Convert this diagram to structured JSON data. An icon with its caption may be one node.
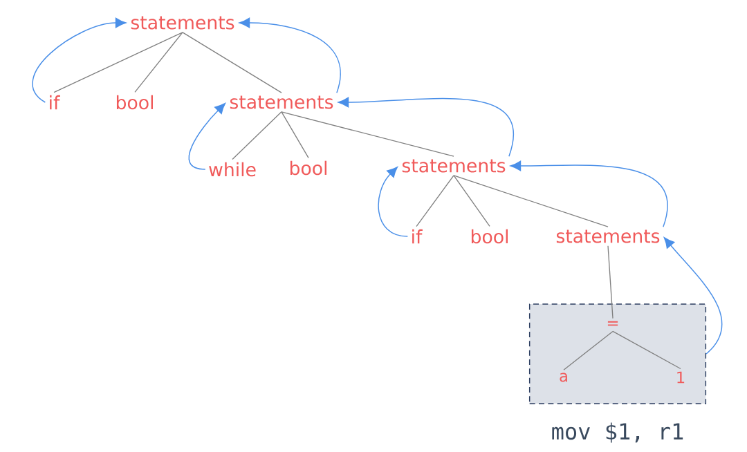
{
  "diagram": {
    "nodes": [
      {
        "text": [
          "statements"
        ]
      },
      {
        "text": [
          "if"
        ]
      },
      {
        "text": [
          "bool"
        ]
      },
      {
        "text": [
          "statements"
        ]
      },
      {
        "text": [
          "while"
        ]
      },
      {
        "text": [
          "bool"
        ]
      },
      {
        "text": [
          "statements"
        ]
      },
      {
        "text": [
          "if"
        ]
      },
      {
        "text": [
          "bool"
        ]
      },
      {
        "text": [
          "statements"
        ]
      },
      {
        "text": [],
        "shape": "box",
        "beside": [
          "mov $1, r1"
        ]
      },
      {
        "text": [
          "="
        ],
        "in": 10
      },
      {
        "text": [
          "a"
        ],
        "in": 10
      },
      {
        "text": [
          "1"
        ],
        "in": 10
      }
    ],
    "edges": [
      {
        "from": 0,
        "to": 1,
        "arrow": "none"
      },
      {
        "from": 0,
        "to": 2,
        "arrow": "none"
      },
      {
        "from": 0,
        "to": 3,
        "arrow": "none"
      },
      {
        "from": 3,
        "to": 4,
        "arrow": "none"
      },
      {
        "from": 3,
        "to": 5,
        "arrow": "none"
      },
      {
        "from": 3,
        "to": 6,
        "arrow": "none"
      },
      {
        "from": 6,
        "to": 7,
        "arrow": "none"
      },
      {
        "from": 6,
        "to": 8,
        "arrow": "none"
      },
      {
        "from": 6,
        "to": 9,
        "arrow": "none"
      },
      {
        "from": 9,
        "to": 11,
        "arrow": "none"
      },
      {
        "from": 11,
        "to": 12,
        "arrow": "none"
      },
      {
        "from": 11,
        "to": 13,
        "arrow": "none"
      },
      {
        "from": 1,
        "to": 0,
        "arrow": "to",
        "color": "#4a8fe8"
      },
      {
        "from": 3,
        "to": 0,
        "arrow": "to",
        "color": "#4a8fe8"
      },
      {
        "from": 4,
        "to": 3,
        "arrow": "to",
        "color": "#4a8fe8"
      },
      {
        "from": 6,
        "to": 3,
        "arrow": "to",
        "color": "#4a8fe8"
      },
      {
        "from": 7,
        "to": 6,
        "arrow": "to",
        "color": "#4a8fe8"
      },
      {
        "from": 9,
        "to": 6,
        "arrow": "to",
        "color": "#4a8fe8"
      },
      {
        "from": 10,
        "to": 9,
        "arrow": "to",
        "color": "#4a8fe8"
      }
    ]
  }
}
